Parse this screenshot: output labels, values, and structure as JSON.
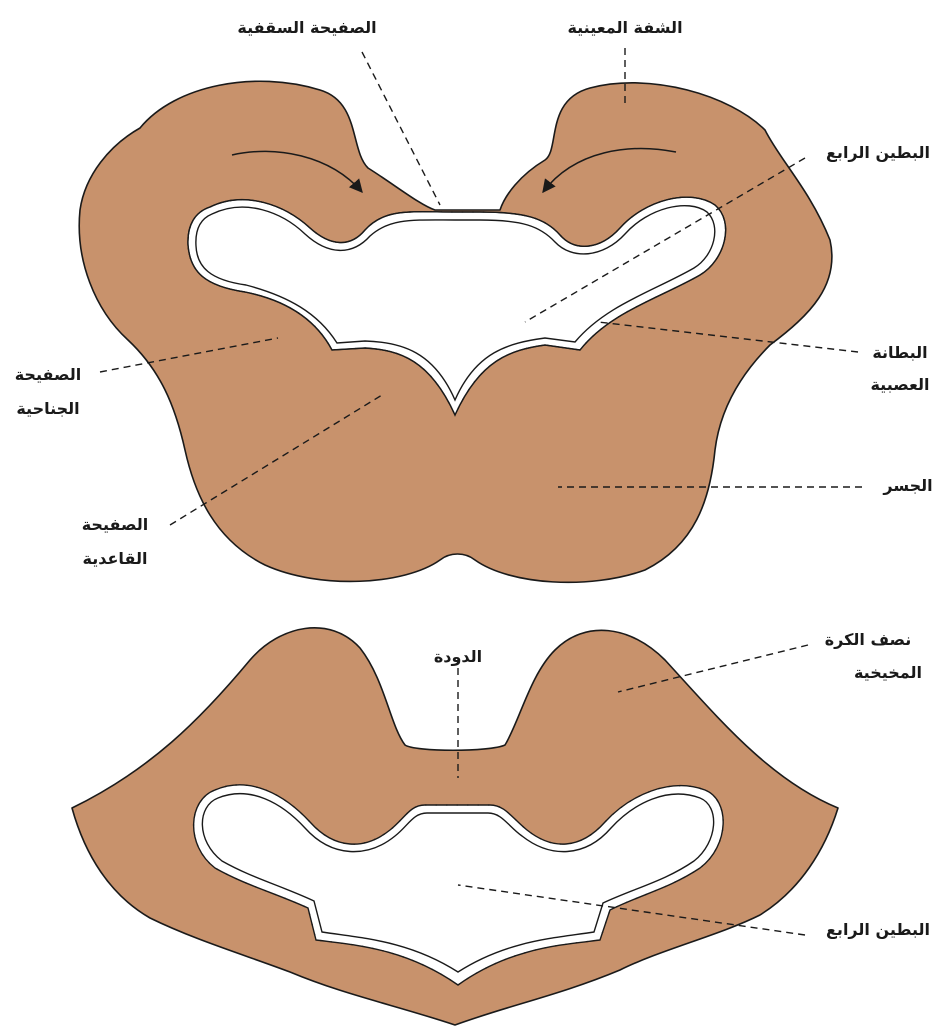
{
  "colors": {
    "tissue": "#c8926c",
    "outline": "#1a1a1a",
    "cavity": "#ffffff"
  },
  "labels": {
    "roof_plate": "الصفيحة السقفية",
    "rhombic_lip": "الشفة المعينية",
    "fourth_ventricle_top": "البطين الرابع",
    "alar_plate": [
      "الصفيحة",
      "الجناحية"
    ],
    "ependyma": [
      "البطانة",
      "العصبية"
    ],
    "pons": "الجسر",
    "basal_plate": [
      "الصفيحة",
      "القاعدية"
    ],
    "vermis": "الدودة",
    "cerebellar_hemisphere": [
      "نصف الكرة",
      "المخيخية"
    ],
    "fourth_ventricle_bottom": "البطين الرابع"
  }
}
